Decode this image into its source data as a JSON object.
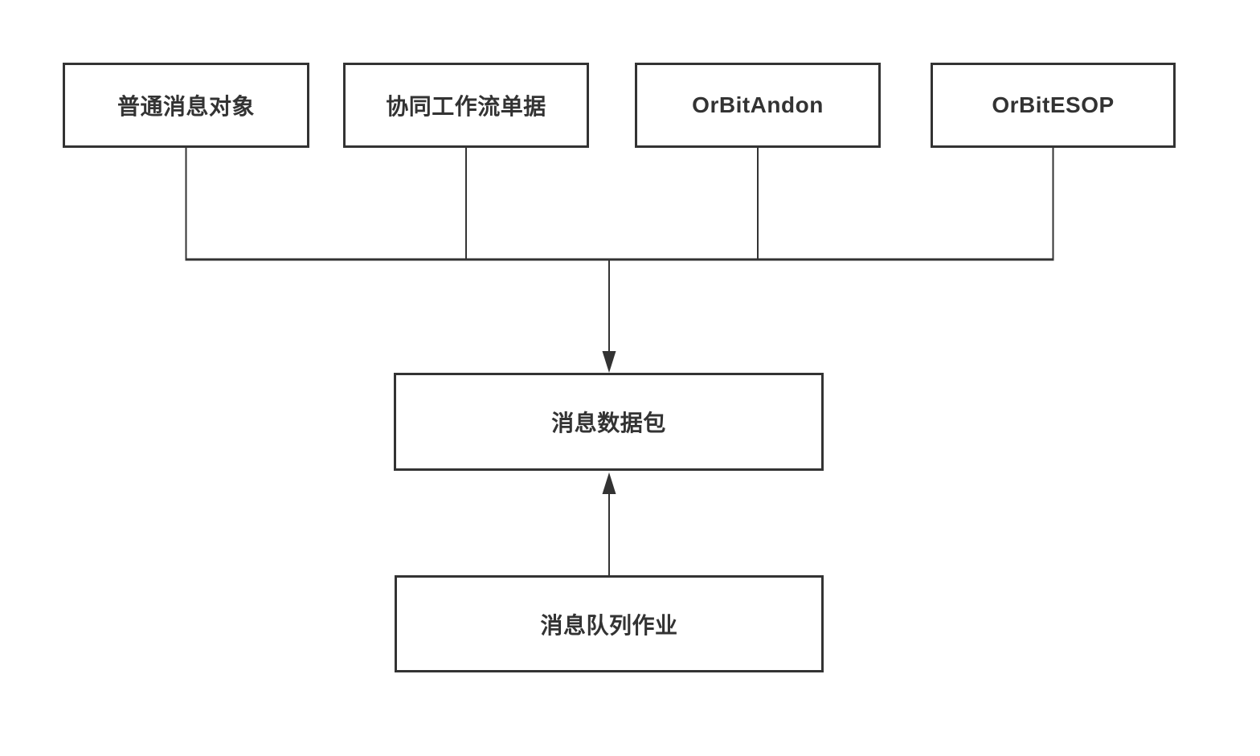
{
  "diagram": {
    "colors": {
      "stroke": "#333333",
      "text": "#333333",
      "node_fill": "#ffffff",
      "background": "#ffffff"
    },
    "nodes": {
      "source1": {
        "label": "普通消息对象"
      },
      "source2": {
        "label": "协同工作流单据"
      },
      "source3": {
        "label": "OrBitAndon"
      },
      "source4": {
        "label": "OrBitESOP"
      },
      "packet": {
        "label": "消息数据包"
      },
      "queue_job": {
        "label": "消息队列作业"
      }
    }
  }
}
